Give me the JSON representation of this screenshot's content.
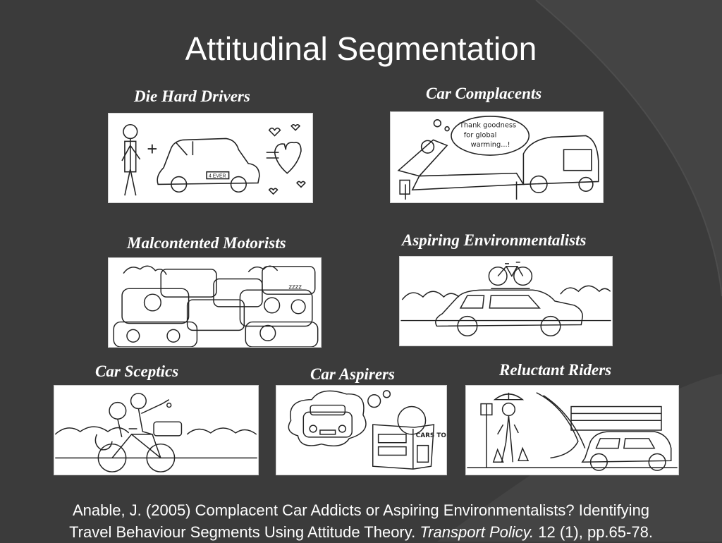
{
  "slide": {
    "title": "Attitudinal Segmentation",
    "segments": [
      {
        "label": "Die Hard Drivers",
        "plate": "4 EVER"
      },
      {
        "label": "Car Complacents",
        "thought": [
          "Thank goodness",
          "for global",
          "warming...!"
        ]
      },
      {
        "label": "Malcontented Motorists",
        "bubble": "zzzz"
      },
      {
        "label": "Aspiring Environmentalists"
      },
      {
        "label": "Car Sceptics"
      },
      {
        "label": "Car Aspirers",
        "magazine": "CARS TODAY"
      },
      {
        "label": "Reluctant Riders"
      }
    ],
    "citation": {
      "line1": "Anable, J. (2005) Complacent Car Addicts or Aspiring Environmentalists? Identifying",
      "line2_start": "Travel Behaviour Segments Using Attitude Theory. ",
      "journal": "Transport Policy.",
      "line2_end": " 12 (1), pp.65-78."
    }
  }
}
